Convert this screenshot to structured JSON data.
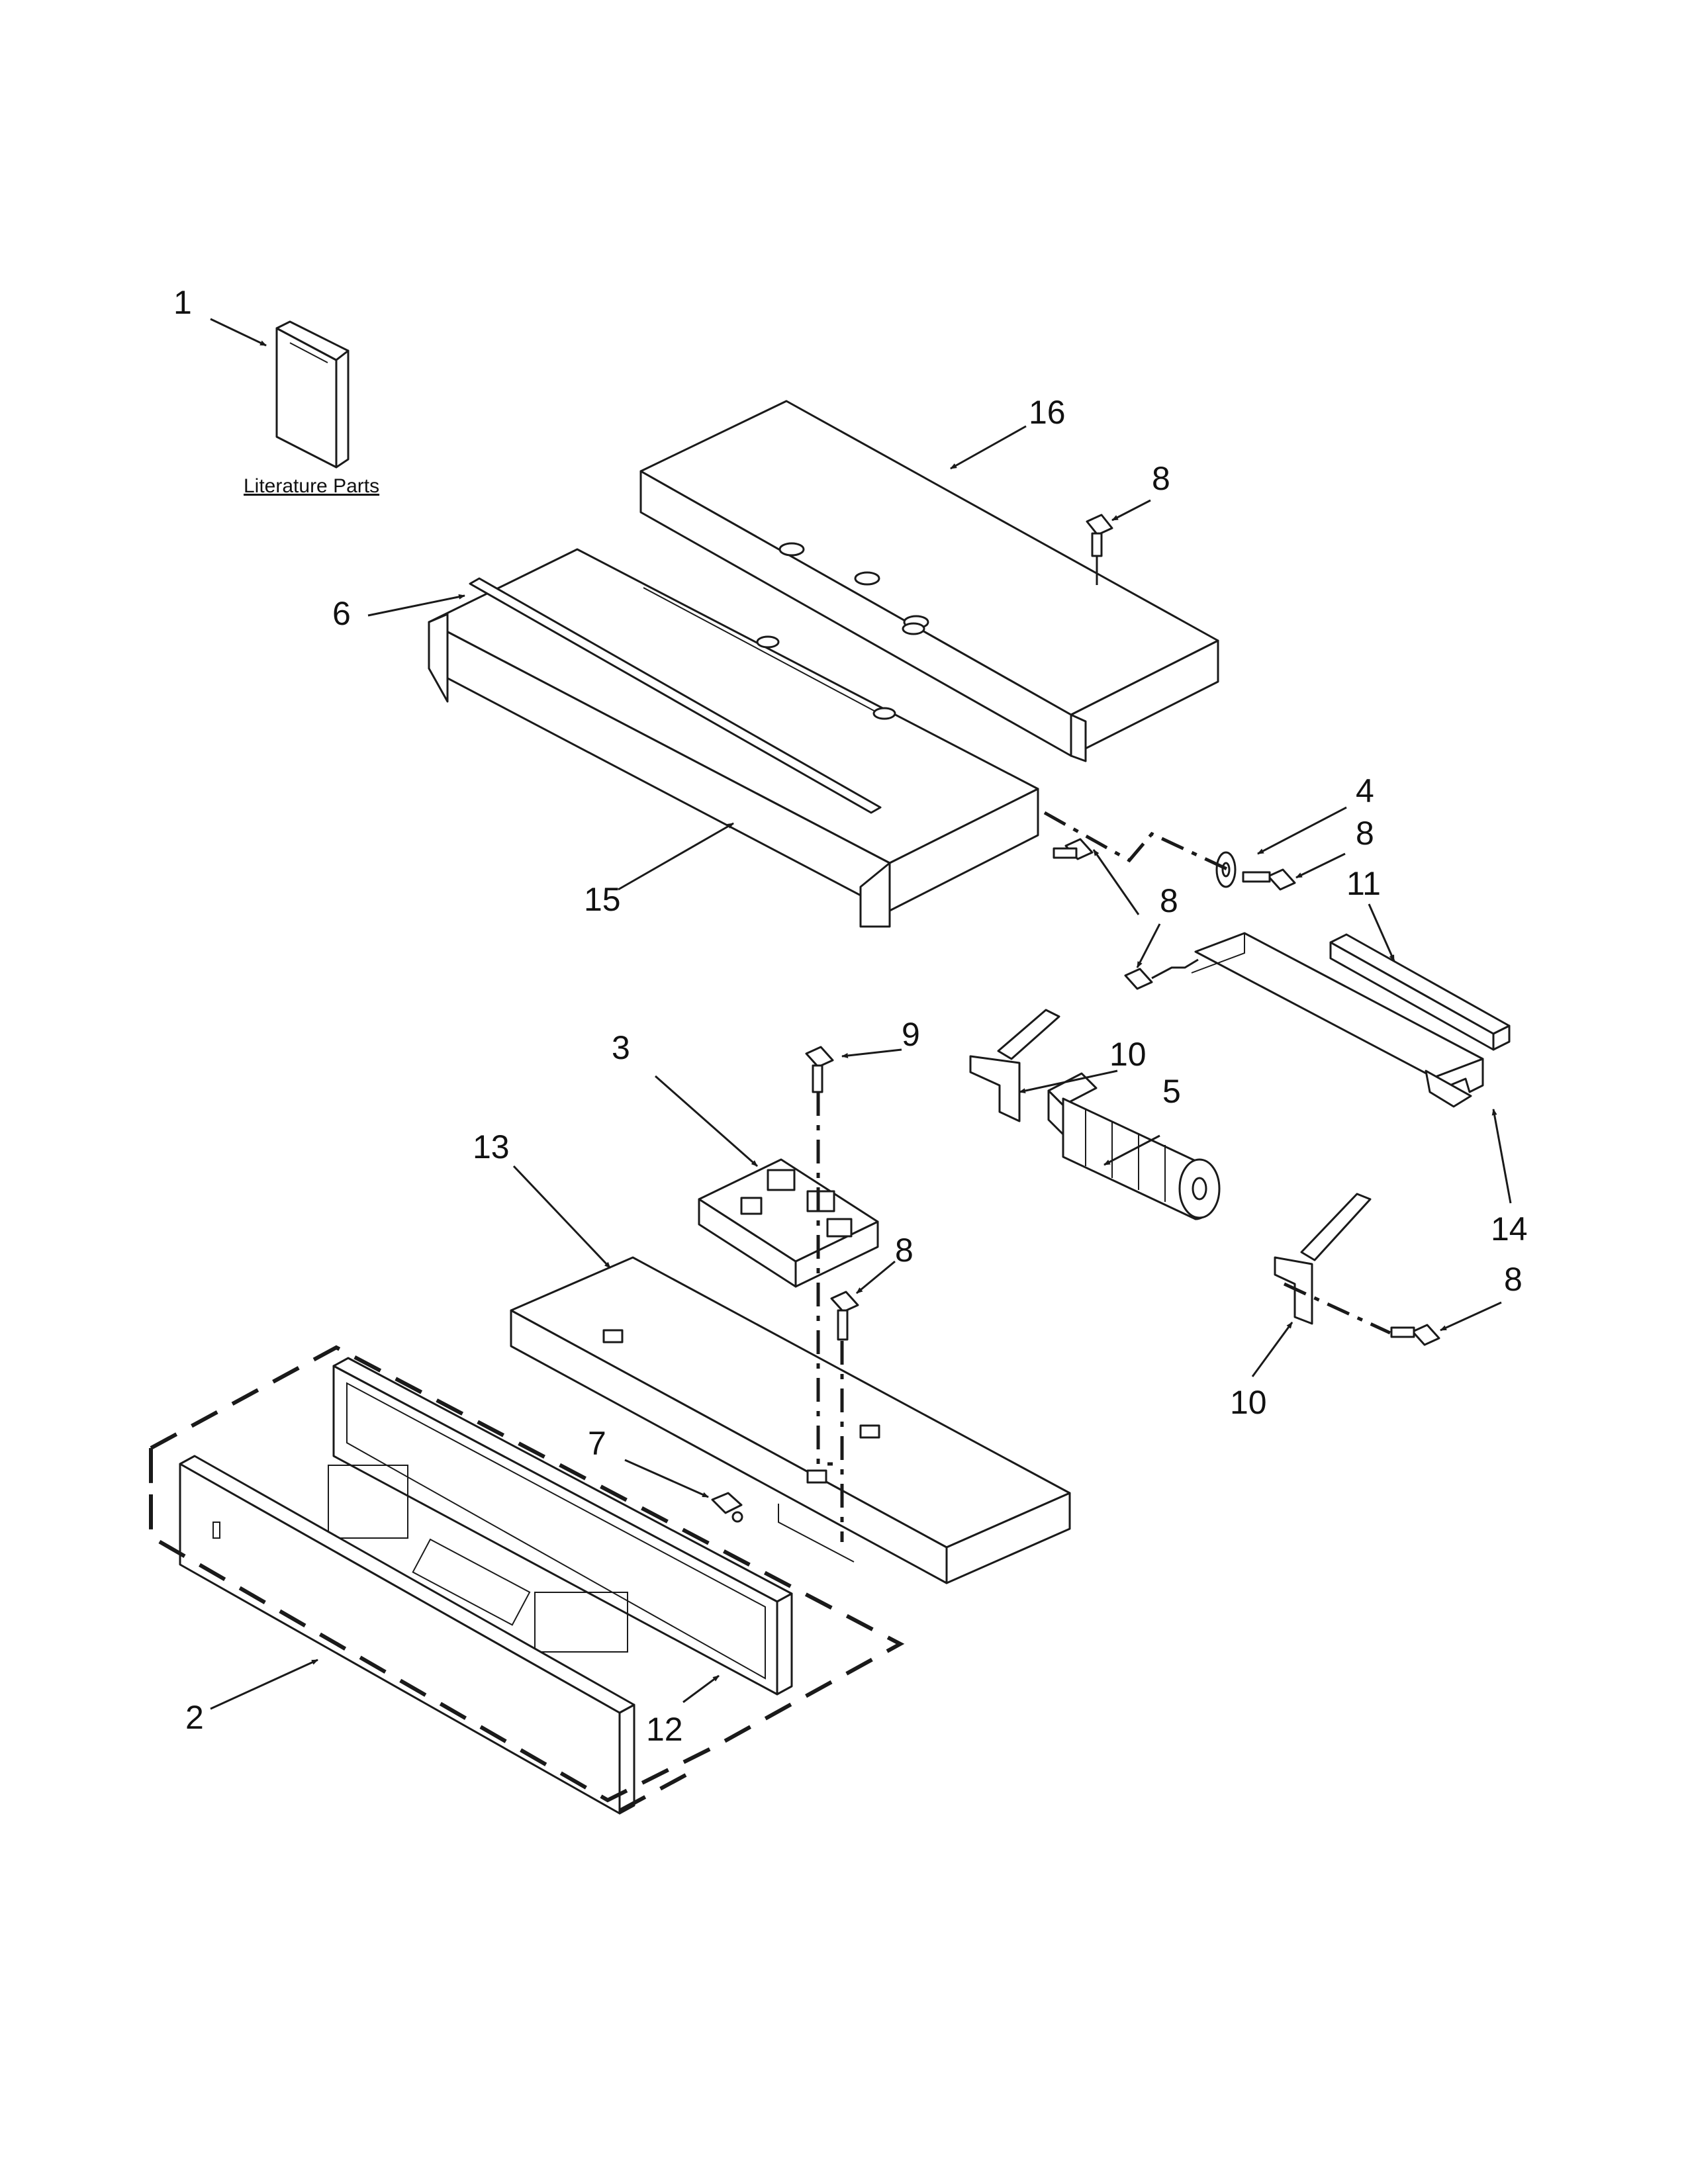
{
  "literature_label": "Literature Parts",
  "callouts": {
    "c1": "1",
    "c2": "2",
    "c3": "3",
    "c4": "4",
    "c5": "5",
    "c6": "6",
    "c7": "7",
    "c8": "8",
    "c9": "9",
    "c10": "10",
    "c11": "11",
    "c12": "12",
    "c13": "13",
    "c14": "14",
    "c15": "15",
    "c16": "16"
  }
}
